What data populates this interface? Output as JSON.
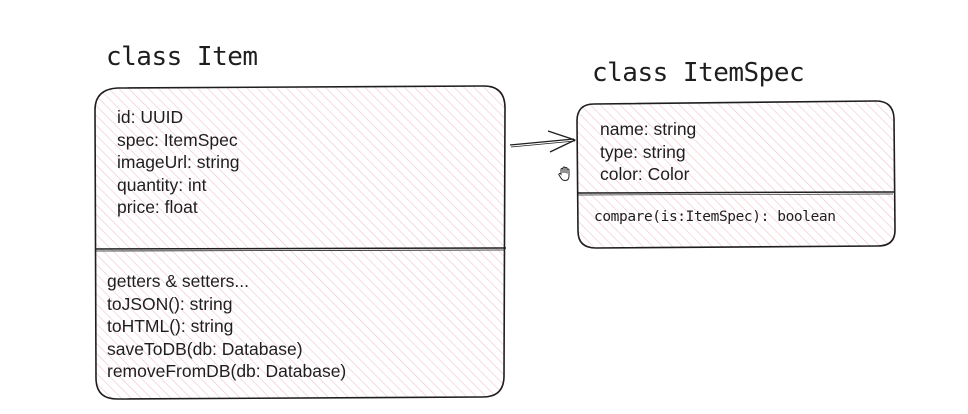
{
  "classes": {
    "item": {
      "title": "class Item",
      "attributes": [
        "id: UUID",
        "spec: ItemSpec",
        "imageUrl: string",
        "quantity: int",
        "price: float"
      ],
      "methods": [
        "getters & setters...",
        "toJSON(): string",
        "toHTML(): string",
        "saveToDB(db: Database)",
        "removeFromDB(db: Database)"
      ]
    },
    "itemspec": {
      "title": "class ItemSpec",
      "attributes": [
        "name: string",
        "type: string",
        "color: Color"
      ],
      "methods": [
        "compare(is:ItemSpec): boolean"
      ]
    }
  },
  "relations": [
    {
      "from": "item",
      "to": "itemspec",
      "type": "association-arrow"
    }
  ],
  "colors": {
    "stroke": "#1e1e1e",
    "hachure": "#f3c6cf",
    "fill": "#fdf5f6"
  },
  "icons": {
    "cursor": "hand-grab-icon"
  }
}
